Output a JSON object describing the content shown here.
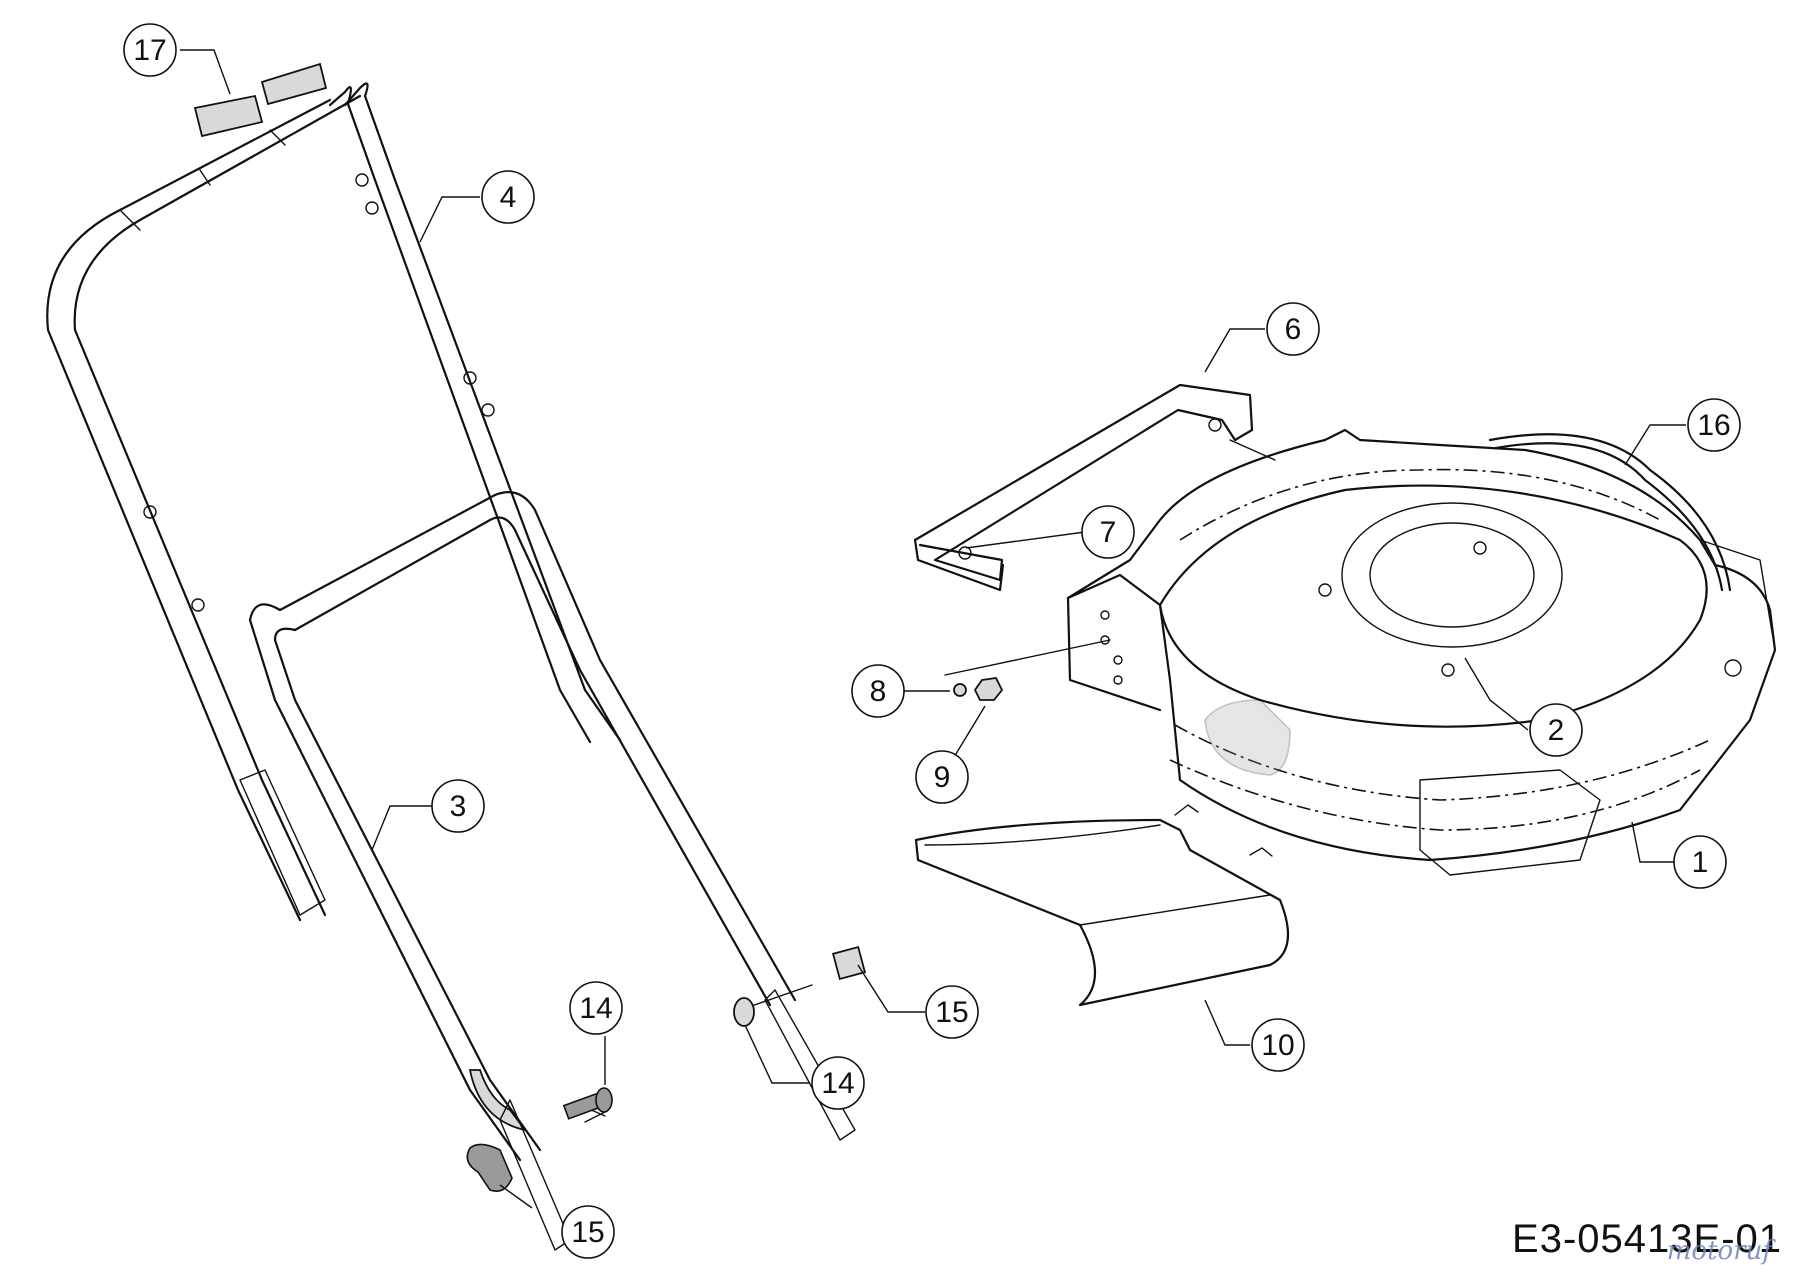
{
  "diagram_code": "E3-05413E-01",
  "watermark": "motoruf",
  "callouts": [
    {
      "id": "c17",
      "label": "17"
    },
    {
      "id": "c4",
      "label": "4"
    },
    {
      "id": "c6",
      "label": "6"
    },
    {
      "id": "c16",
      "label": "16"
    },
    {
      "id": "c7",
      "label": "7"
    },
    {
      "id": "c8",
      "label": "8"
    },
    {
      "id": "c2",
      "label": "2"
    },
    {
      "id": "c9",
      "label": "9"
    },
    {
      "id": "c3",
      "label": "3"
    },
    {
      "id": "c1",
      "label": "1"
    },
    {
      "id": "c14a",
      "label": "14"
    },
    {
      "id": "c15a",
      "label": "15"
    },
    {
      "id": "c14b",
      "label": "14"
    },
    {
      "id": "c10",
      "label": "10"
    },
    {
      "id": "c15b",
      "label": "15"
    }
  ]
}
